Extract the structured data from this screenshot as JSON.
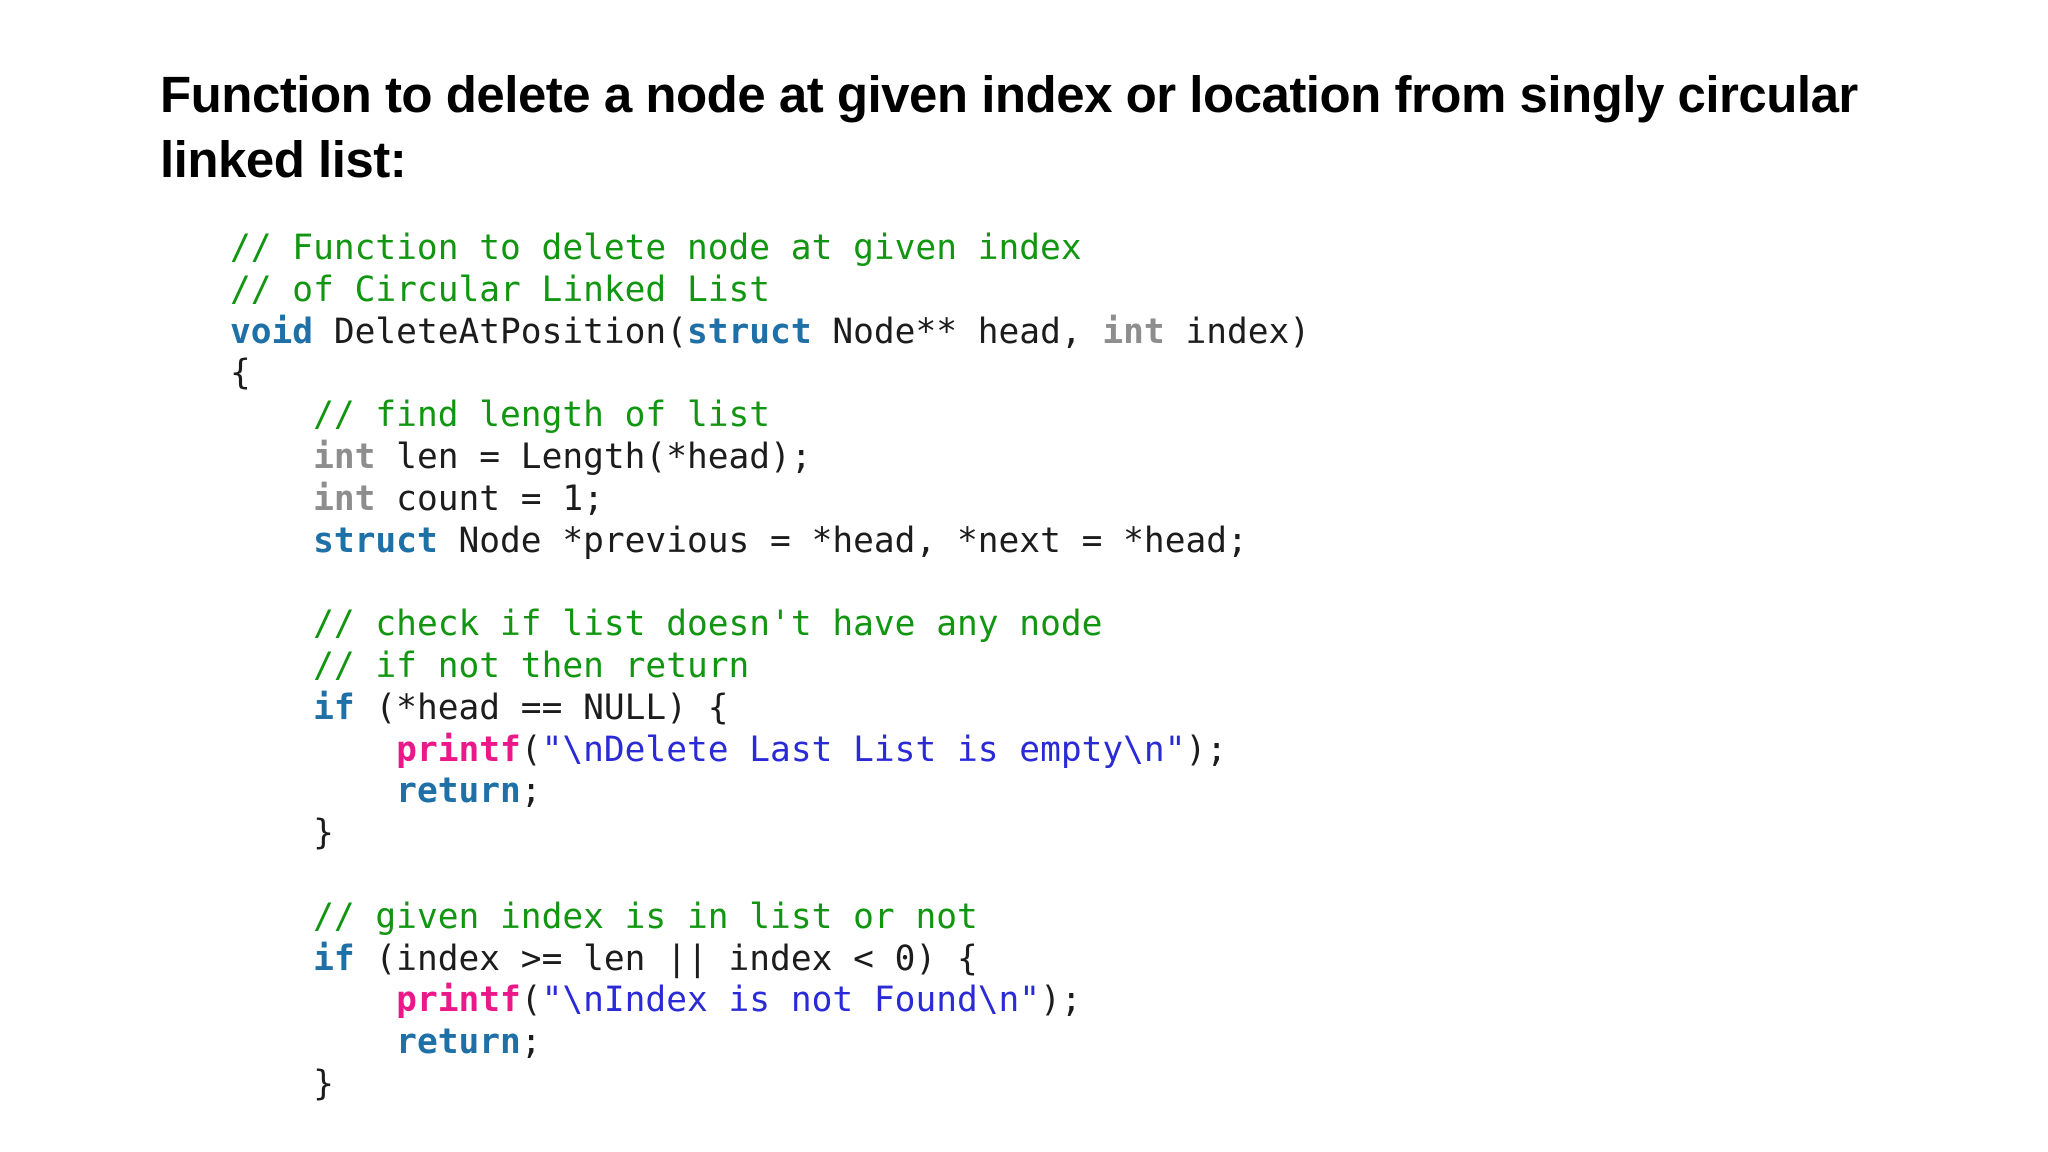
{
  "page": {
    "background": "#ffffff"
  },
  "title": {
    "lines": [
      "Function to delete a node at given index or location from singly circular",
      "linked list:"
    ],
    "color": "#000000"
  },
  "colors": {
    "comment": "#129612",
    "keyword": "#1e70a6",
    "type": "#8e8e8e",
    "builtin": "#ea1889",
    "string": "#2a2ad6",
    "plain": "#1c1c1c"
  },
  "code": {
    "language": "c",
    "lines": [
      {
        "segments": [
          {
            "t": "// Function to delete node at given index",
            "c": "comment"
          }
        ]
      },
      {
        "segments": [
          {
            "t": "// of Circular Linked List",
            "c": "comment"
          }
        ]
      },
      {
        "segments": [
          {
            "t": "void",
            "c": "keyword"
          },
          {
            "t": " DeleteAtPosition(",
            "c": "plain"
          },
          {
            "t": "struct",
            "c": "keyword"
          },
          {
            "t": " Node** head, ",
            "c": "plain"
          },
          {
            "t": "int",
            "c": "type"
          },
          {
            "t": " index)",
            "c": "plain"
          }
        ]
      },
      {
        "segments": [
          {
            "t": "{",
            "c": "plain"
          }
        ]
      },
      {
        "segments": [
          {
            "t": "    ",
            "c": "plain"
          },
          {
            "t": "// find length of list",
            "c": "comment"
          }
        ]
      },
      {
        "segments": [
          {
            "t": "    ",
            "c": "plain"
          },
          {
            "t": "int",
            "c": "type"
          },
          {
            "t": " len = Length(*head);",
            "c": "plain"
          }
        ]
      },
      {
        "segments": [
          {
            "t": "    ",
            "c": "plain"
          },
          {
            "t": "int",
            "c": "type"
          },
          {
            "t": " count = 1;",
            "c": "plain"
          }
        ]
      },
      {
        "segments": [
          {
            "t": "    ",
            "c": "plain"
          },
          {
            "t": "struct",
            "c": "keyword"
          },
          {
            "t": " Node *previous = *head, *next = *head;",
            "c": "plain"
          }
        ]
      },
      {
        "segments": []
      },
      {
        "segments": [
          {
            "t": "    ",
            "c": "plain"
          },
          {
            "t": "// check if list doesn't have any node",
            "c": "comment"
          }
        ]
      },
      {
        "segments": [
          {
            "t": "    ",
            "c": "plain"
          },
          {
            "t": "// if not then return",
            "c": "comment"
          }
        ]
      },
      {
        "segments": [
          {
            "t": "    ",
            "c": "plain"
          },
          {
            "t": "if",
            "c": "keyword"
          },
          {
            "t": " (*head == NULL) {",
            "c": "plain"
          }
        ]
      },
      {
        "segments": [
          {
            "t": "        ",
            "c": "plain"
          },
          {
            "t": "printf",
            "c": "builtin"
          },
          {
            "t": "(",
            "c": "plain"
          },
          {
            "t": "\"\\nDelete Last List is empty\\n\"",
            "c": "string"
          },
          {
            "t": ");",
            "c": "plain"
          }
        ]
      },
      {
        "segments": [
          {
            "t": "        ",
            "c": "plain"
          },
          {
            "t": "return",
            "c": "keyword"
          },
          {
            "t": ";",
            "c": "plain"
          }
        ]
      },
      {
        "segments": [
          {
            "t": "    }",
            "c": "plain"
          }
        ]
      },
      {
        "segments": []
      },
      {
        "segments": [
          {
            "t": "    ",
            "c": "plain"
          },
          {
            "t": "// given index is in list or not",
            "c": "comment"
          }
        ]
      },
      {
        "segments": [
          {
            "t": "    ",
            "c": "plain"
          },
          {
            "t": "if",
            "c": "keyword"
          },
          {
            "t": " (index >= len || index < 0) {",
            "c": "plain"
          }
        ]
      },
      {
        "segments": [
          {
            "t": "        ",
            "c": "plain"
          },
          {
            "t": "printf",
            "c": "builtin"
          },
          {
            "t": "(",
            "c": "plain"
          },
          {
            "t": "\"\\nIndex is not Found\\n\"",
            "c": "string"
          },
          {
            "t": ");",
            "c": "plain"
          }
        ]
      },
      {
        "segments": [
          {
            "t": "        ",
            "c": "plain"
          },
          {
            "t": "return",
            "c": "keyword"
          },
          {
            "t": ";",
            "c": "plain"
          }
        ]
      },
      {
        "segments": [
          {
            "t": "    }",
            "c": "plain"
          }
        ]
      }
    ]
  }
}
